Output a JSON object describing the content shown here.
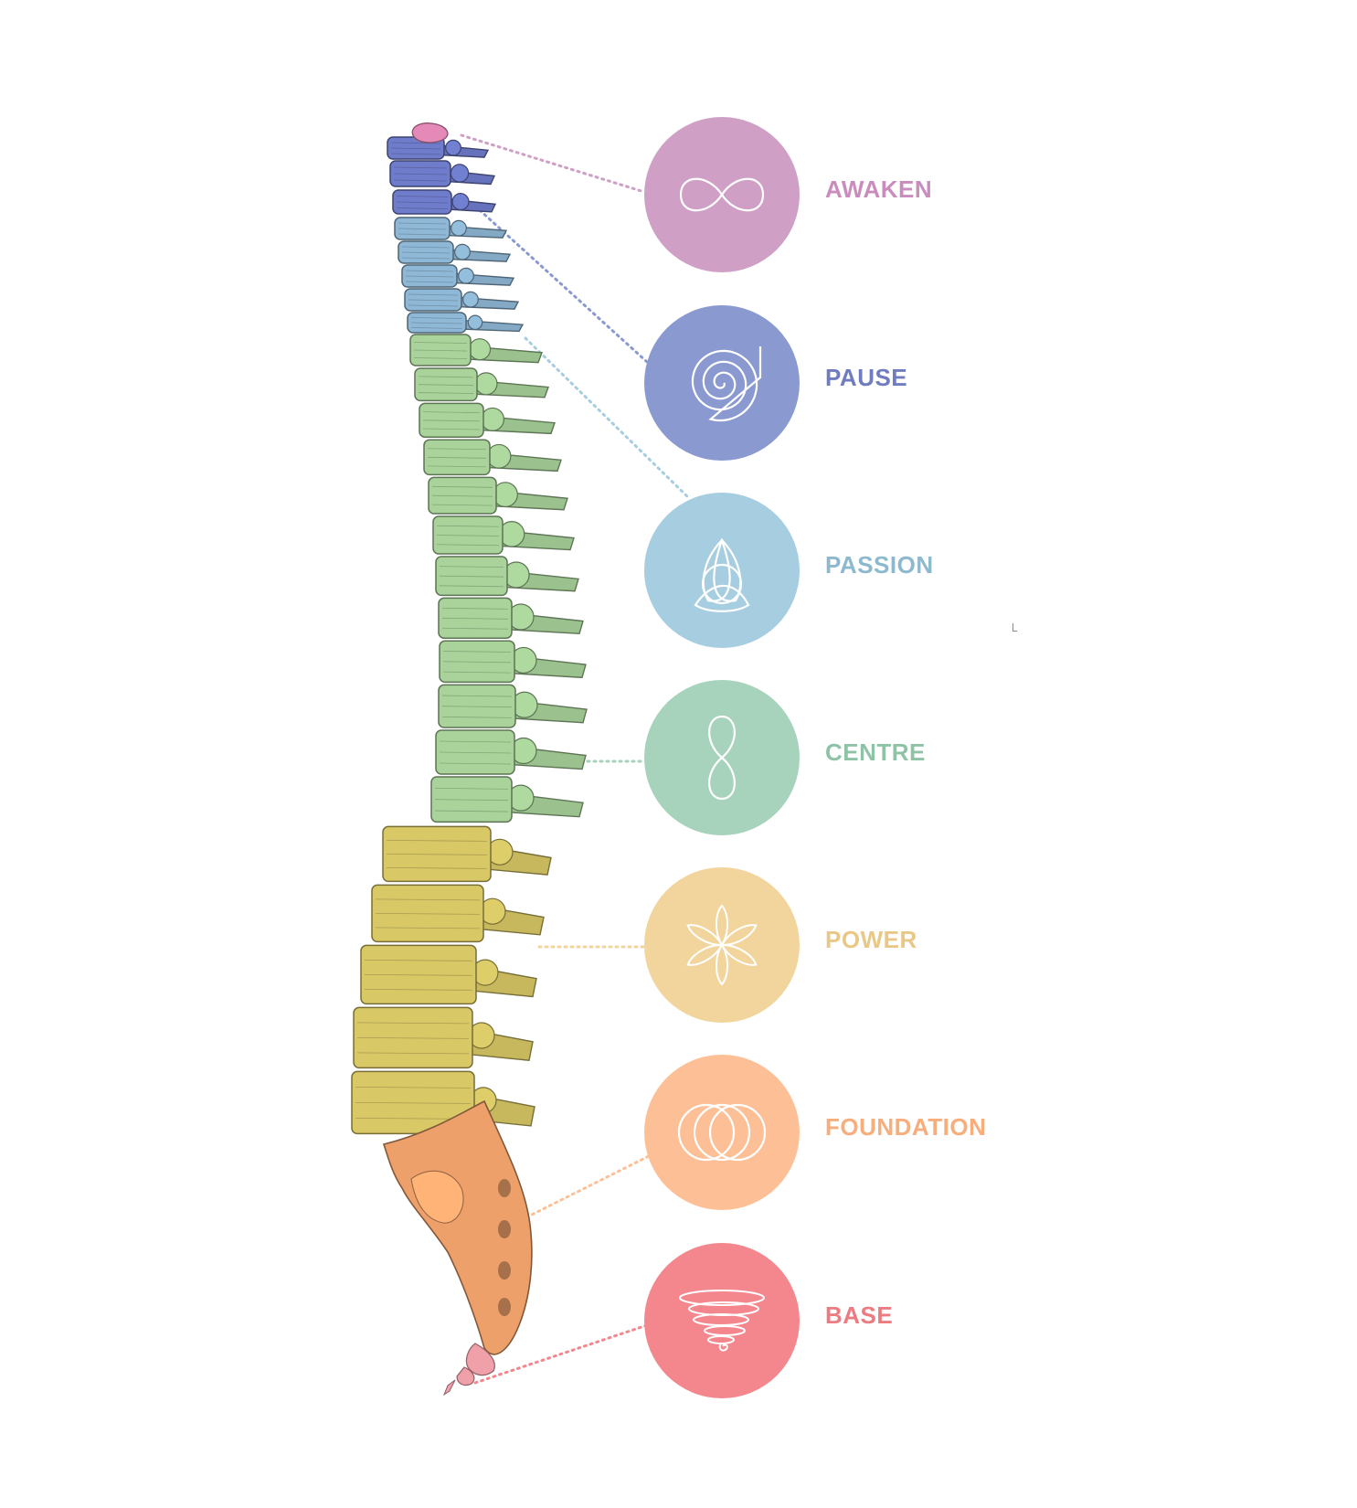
{
  "stages": [
    {
      "id": "awaken",
      "label": "AWAKEN",
      "color": "#cf9fc6",
      "text_color": "#c98cbd",
      "icon": "infinity-icon"
    },
    {
      "id": "pause",
      "label": "PAUSE",
      "color": "#8a9ad0",
      "text_color": "#6f7cc0",
      "icon": "spiral-icon"
    },
    {
      "id": "passion",
      "label": "PASSION",
      "color": "#a7cde0",
      "text_color": "#8db9cf",
      "icon": "triquetra-icon"
    },
    {
      "id": "centre",
      "label": "CENTRE",
      "color": "#a7d3bc",
      "text_color": "#8fc3a6",
      "icon": "figure-eight-icon"
    },
    {
      "id": "power",
      "label": "POWER",
      "color": "#f2d59d",
      "text_color": "#e9c887",
      "icon": "flower-icon"
    },
    {
      "id": "foundation",
      "label": "FOUNDATION",
      "color": "#fdc096",
      "text_color": "#f7ae7c",
      "icon": "interlocking-rings-icon"
    },
    {
      "id": "base",
      "label": "BASE",
      "color": "#f3878d",
      "text_color": "#ec7b82",
      "icon": "vortex-icon"
    }
  ],
  "spine_regions": {
    "cranial_tip": "#e58ab8",
    "upper_cervical": "#6f7ccb",
    "lower_cervical": "#8fb8d6",
    "thoracic": "#a9d39a",
    "lumbar": "#d8c866",
    "sacrum": "#eda06a",
    "coccyx": "#f0a0a8"
  }
}
